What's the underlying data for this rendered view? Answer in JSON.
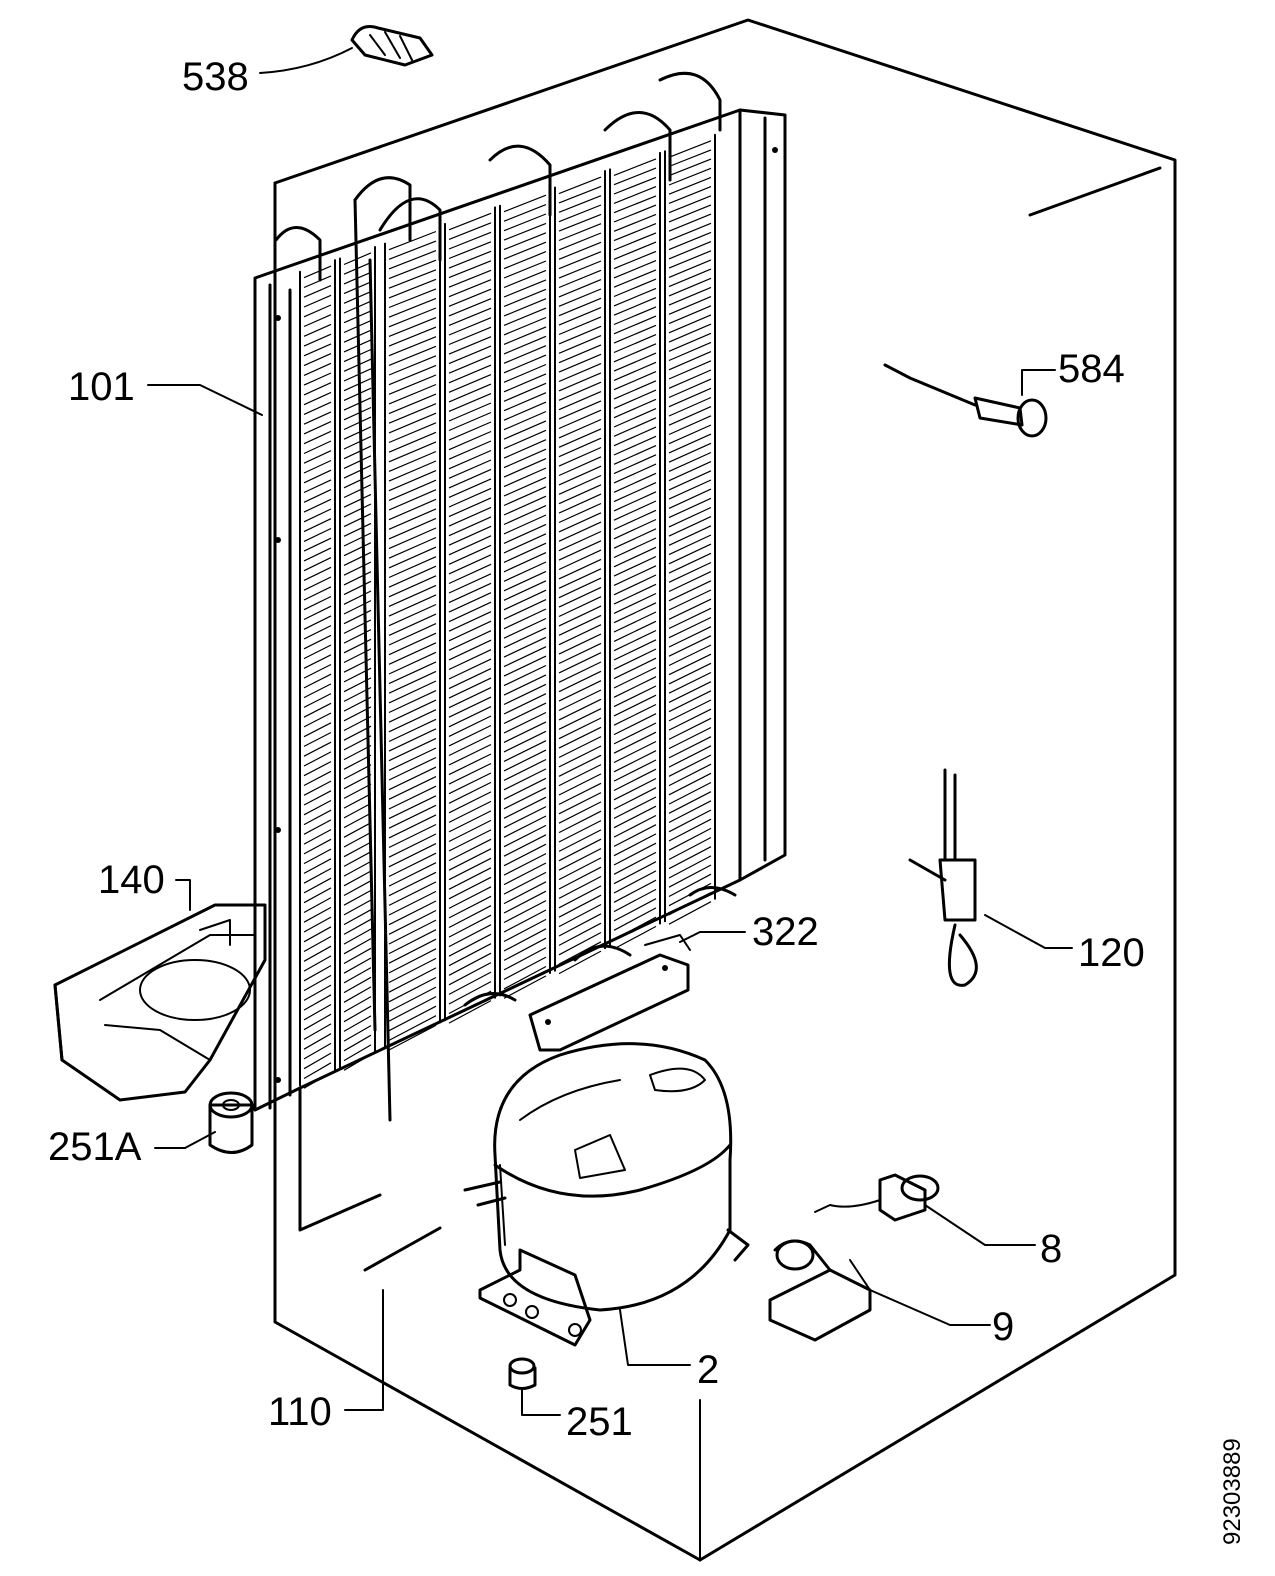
{
  "diagram": {
    "document_number": "92303889",
    "callouts": [
      {
        "id": "538",
        "part": "connector-clip"
      },
      {
        "id": "101",
        "part": "condenser"
      },
      {
        "id": "584",
        "part": "sensor-probe"
      },
      {
        "id": "140",
        "part": "drip-tray"
      },
      {
        "id": "322",
        "part": "mounting-bracket"
      },
      {
        "id": "120",
        "part": "capillary-sensor"
      },
      {
        "id": "251A",
        "part": "rubber-grommet"
      },
      {
        "id": "8",
        "part": "overload-protector"
      },
      {
        "id": "9",
        "part": "relay-cover"
      },
      {
        "id": "2",
        "part": "compressor"
      },
      {
        "id": "110",
        "part": "pipe"
      },
      {
        "id": "251",
        "part": "rubber-foot"
      }
    ]
  }
}
